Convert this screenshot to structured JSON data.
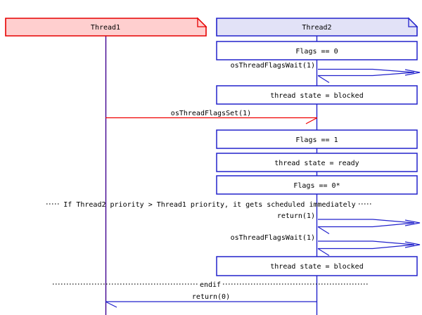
{
  "diagram_type": "message-sequence-chart",
  "colors": {
    "thread1_border": "#e60000",
    "thread1_fill": "#ffcfcf",
    "thread1_lifeline": "#400090",
    "thread2_border": "#2222cc",
    "thread2_fill": "#e2e2f7",
    "thread2_lifeline": "#2222cc",
    "state_box_fill": "#ffffff",
    "state_box_border": "#2222cc",
    "message_red": "#f00000",
    "message_blue": "#2222cc",
    "divider_line": "#1a1a1a",
    "text": "#000000",
    "background": "#ffffff"
  },
  "actors": [
    {
      "label": "Thread1"
    },
    {
      "label": "Thread2"
    }
  ],
  "states": [
    {
      "label": "Flags == 0"
    },
    {
      "label": "thread state = blocked"
    },
    {
      "label": "Flags == 1"
    },
    {
      "label": "thread state = ready"
    },
    {
      "label": "Flags == 0*"
    },
    {
      "label": "thread state = blocked"
    }
  ],
  "messages": [
    {
      "label": "osThreadFlagsWait(1)",
      "from": "Thread2",
      "to": "right-edge",
      "color": "blue"
    },
    {
      "label": "osThreadFlagsSet(1)",
      "from": "Thread1",
      "to": "Thread2",
      "color": "red"
    },
    {
      "label": "return(1)",
      "from": "Thread2",
      "to": "right-edge",
      "color": "blue"
    },
    {
      "label": "osThreadFlagsWait(1)",
      "from": "Thread2",
      "to": "right-edge",
      "color": "blue"
    },
    {
      "label": "return(0)",
      "from": "Thread2",
      "to": "Thread1",
      "color": "blue"
    }
  ],
  "dividers": [
    {
      "label": "If Thread2 priority > Thread1 priority, it gets scheduled immediately"
    },
    {
      "label": "endif"
    }
  ]
}
